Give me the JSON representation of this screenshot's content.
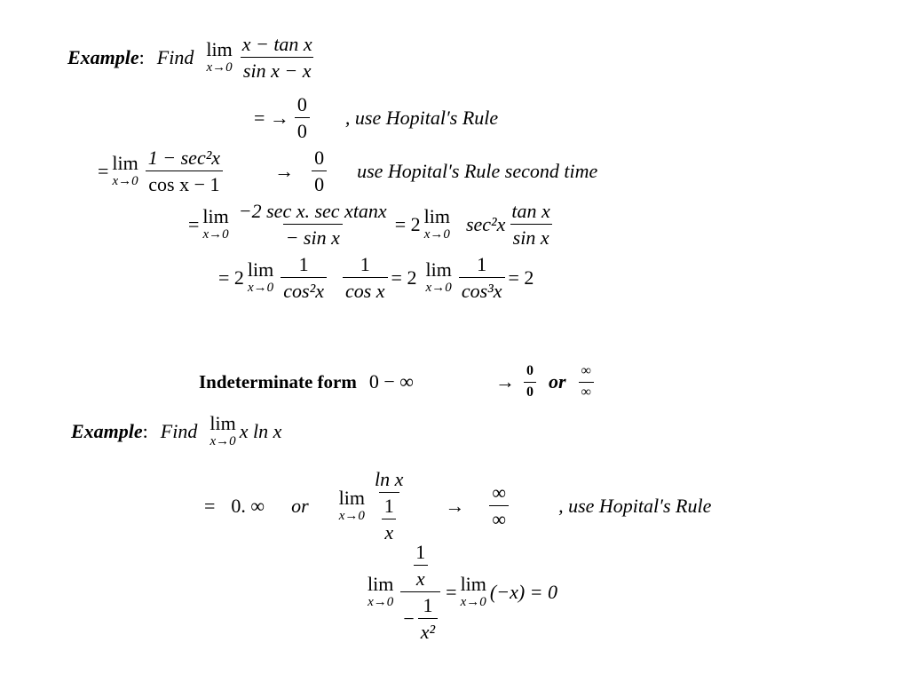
{
  "ex1": {
    "label": "Example",
    "colon": ":",
    "find": "Find",
    "lim": "lim",
    "sub": "x→0",
    "num": "x − tan x",
    "den": "sin x − x"
  },
  "step1": {
    "eq_arrow": "= →",
    "num": "0",
    "den": "0",
    "note": ", use Hopital′s Rule"
  },
  "step2": {
    "eq": "=",
    "lim": "lim",
    "sub": "x→0",
    "num": "1 − sec²x",
    "den": "cos x − 1",
    "arrow": "→",
    "form_num": "0",
    "form_den": "0",
    "note": "use Hopital′s Rule second time"
  },
  "step3": {
    "eq": "=",
    "lim": "lim",
    "sub": "x→0",
    "num": "−2 sec x. sec xtanx",
    "den": "− sin x",
    "eq2": "= 2",
    "lim2": "lim",
    "sub2": "x→0",
    "factor": "sec²x",
    "num2": "tan x",
    "den2": "sin x"
  },
  "step4": {
    "eq": "= 2",
    "lim": "lim",
    "sub": "x→0",
    "f1_num": "1",
    "f1_den": "cos²x",
    "f2_num": "1",
    "f2_den": "cos x",
    "eq2": "= 2",
    "lim2": "lim",
    "sub2": "x→0",
    "f3_num": "1",
    "f3_den": "cos³x",
    "result": "= 2"
  },
  "indet": {
    "title": "Indeterminate form",
    "form": "0 − ∞",
    "arrow": "→",
    "f1_num": "0",
    "f1_den": "0",
    "or": "or",
    "f2_num": "∞",
    "f2_den": "∞"
  },
  "ex2": {
    "label": "Example",
    "colon": ":",
    "find": "Find",
    "lim": "lim",
    "sub": "x→0",
    "expr": "x ln x"
  },
  "step5": {
    "eq": "=",
    "val": "0. ∞",
    "or": "or",
    "lim": "lim",
    "sub": "x→0",
    "num": "ln x",
    "den_num": "1",
    "den_den": "x",
    "arrow": "→",
    "form_num": "∞",
    "form_den": "∞",
    "note": ", use Hopital′s Rule"
  },
  "step6": {
    "lim": "lim",
    "sub": "x→0",
    "num_num": "1",
    "num_den": "x",
    "den_sign": "−",
    "den_num": "1",
    "den_den": "x²",
    "eq": "=",
    "lim2": "lim",
    "sub2": "x→0",
    "expr": "(−x) = 0"
  }
}
